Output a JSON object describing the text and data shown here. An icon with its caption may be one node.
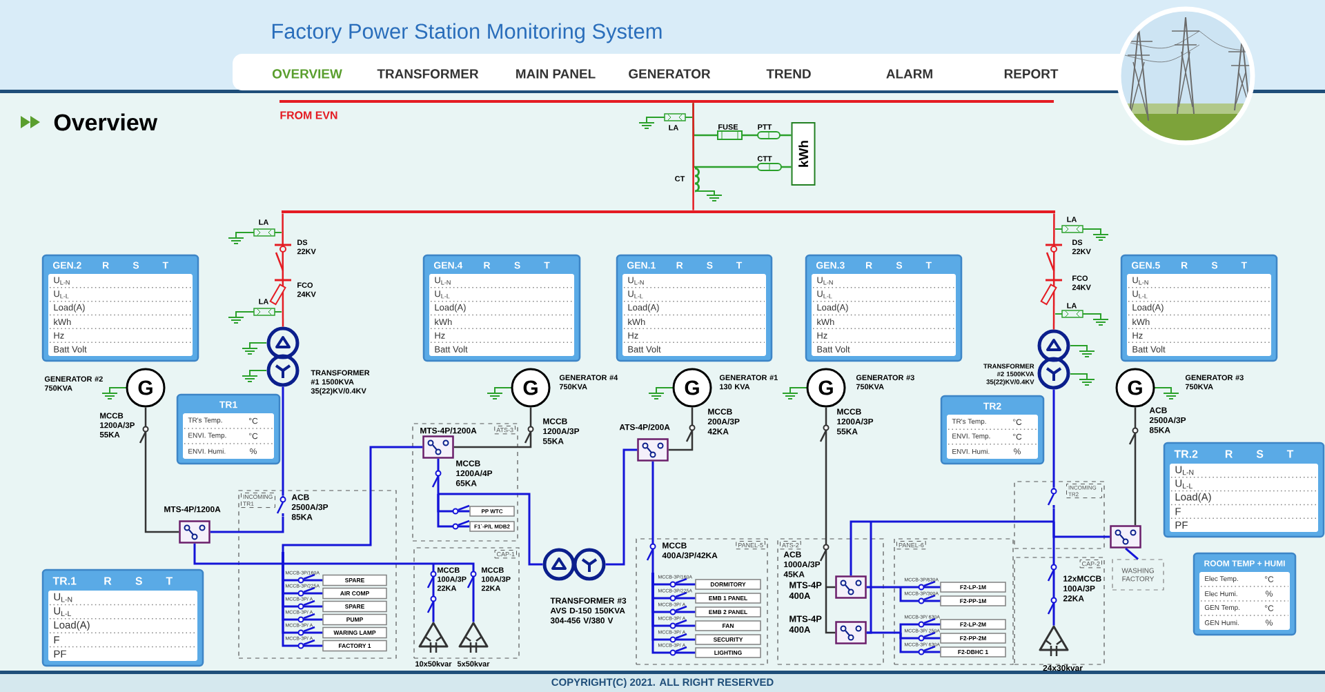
{
  "diagram": {
    "title": "Factory Power Station Monitoring System",
    "nodes": [
      {
        "text": [
          "kWh"
        ]
      },
      {
        "text": [
          "GEN.2",
          "R",
          "S",
          "T",
          "U$_{L-N}$",
          "U$_{L-L}$",
          "Load(A)",
          "kWh",
          "Hz",
          "Batt Volt"
        ]
      },
      {
        "text": [
          "GEN.4",
          "R",
          "S",
          "T",
          "U$_{L-N}$",
          "U$_{L-L}$",
          "Load(A)",
          "kWh",
          "Hz",
          "Batt Volt"
        ]
      },
      {
        "text": [
          "GEN.1",
          "R",
          "S",
          "T",
          "U$_{L-N}$",
          "U$_{L-L}$",
          "Load(A)",
          "kWh",
          "Hz",
          "Batt Volt"
        ]
      },
      {
        "text": [
          "GEN.3",
          "R",
          "S",
          "T",
          "U$_{L-N}$",
          "U$_{L-L}$",
          "Load(A)",
          "kWh",
          "Hz",
          "Batt Volt"
        ]
      },
      {
        "text": [
          "GEN.5",
          "R",
          "S",
          "T",
          "U$_{L-N}$",
          "U$_{L-L}$",
          "Load(A)",
          "kWh",
          "Hz",
          "Batt Volt"
        ]
      },
      {
        "text": [
          "TR.1",
          "R",
          "S",
          "T",
          "U$_{L-N}$",
          "U$_{L-L}$",
          "Load(A)",
          "F",
          "PF"
        ]
      },
      {
        "text": [
          "TR.2",
          "R",
          "S",
          "T",
          "U$_{L-N}$",
          "U$_{L-L}$",
          "Load(A)",
          "F",
          "PF"
        ]
      },
      {
        "text": [
          "TR1",
          "TR's Temp.",
          "°C",
          "ENVI. Temp.",
          "°C",
          "ENVI. Humi.",
          "%"
        ]
      },
      {
        "text": [
          "TR2",
          "TR's Temp.",
          "°C",
          "ENVI. Temp.",
          "°C",
          "ENVI. Humi.",
          "%"
        ]
      },
      {
        "text": [
          "ROOM TEMP + HUMI",
          "Elec Temp.",
          "°C",
          "Elec Humi.",
          "%",
          "GEN Temp.",
          "°C",
          "GEN Humi.",
          "%"
        ]
      },
      {
        "text": [],
        "shape": "circle",
        "beside": [
          "TRANSFORMER #1 1500KVA 35(22)KV/0.4KV"
        ]
      },
      {
        "text": [],
        "shape": "circle",
        "beside": [
          "TRANSFORMER #2 1500KVA 35(22)KV/0.4KV"
        ]
      },
      {
        "text": [],
        "shape": "circle",
        "beside": [
          "TRANSFORMER #3 AVS D-150 150KVA 304-456 V/380 V"
        ]
      },
      {
        "text": [
          "G"
        ],
        "beside": [
          "GENERATOR #2 750KVA"
        ]
      },
      {
        "text": [
          "G"
        ],
        "beside": [
          "GENERATOR #4 750KVA"
        ]
      },
      {
        "text": [
          "G"
        ],
        "beside": [
          "GENERATOR #1 130 KVA"
        ]
      },
      {
        "text": [
          "G"
        ],
        "beside": [
          "GENERATOR #3 750KVA"
        ]
      },
      {
        "text": [
          "G"
        ],
        "beside": [
          "GENERATOR #3 750KVA"
        ]
      },
      {
        "text": [],
        "shape": "box",
        "beside": [
          "MTS-4P/1200A"
        ]
      },
      {
        "text": [
          "INCOMING TR1"
        ]
      },
      {
        "text": [
          "SPARE"
        ],
        "in": 20
      },
      {
        "text": [
          "AIR COMP"
        ],
        "in": 20
      },
      {
        "text": [
          "SPARE"
        ],
        "in": 20
      },
      {
        "text": [
          "PUMP"
        ],
        "in": 20
      },
      {
        "text": [
          "WARING LAMP"
        ],
        "in": 20
      },
      {
        "text": [
          "FACTORY 1"
        ],
        "in": 20
      },
      {
        "text": [
          "ATS-3"
        ]
      },
      {
        "text": [],
        "shape": "box",
        "in": 27,
        "beside": [
          "MTS-4P/1200A"
        ]
      },
      {
        "text": [
          "PP WTC"
        ],
        "in": 27
      },
      {
        "text": [
          "F1`-P/L MDB2"
        ],
        "in": 27
      },
      {
        "text": [
          "CAP-1"
        ]
      },
      {
        "text": [],
        "shape": "picture",
        "in": 31,
        "beside": [
          "10x50kvar"
        ]
      },
      {
        "text": [],
        "shape": "picture",
        "in": 31,
        "beside": [
          "5x50kvar"
        ]
      },
      {
        "text": [],
        "shape": "box",
        "beside": [
          "ATS-4P/200A"
        ]
      },
      {
        "text": [
          "PANEL-5"
        ]
      },
      {
        "text": [
          "DORMITORY"
        ],
        "in": 35
      },
      {
        "text": [
          "EMB 1 PANEL"
        ],
        "in": 35
      },
      {
        "text": [
          "EMB 2 PANEL"
        ],
        "in": 35
      },
      {
        "text": [
          "FAN"
        ],
        "in": 35
      },
      {
        "text": [
          "SECURITY"
        ],
        "in": 35
      },
      {
        "text": [
          "LIGHTING"
        ],
        "in": 35
      },
      {
        "text": [
          "ATS-2"
        ]
      },
      {
        "text": [],
        "shape": "box",
        "in": 42,
        "beside": [
          "MTS-4P 400A"
        ]
      },
      {
        "text": [],
        "shape": "box",
        "in": 42,
        "beside": [
          "MTS-4P 400A"
        ]
      },
      {
        "text": [
          "PANEL-6"
        ]
      },
      {
        "text": [
          "F2-LP-1M"
        ],
        "in": 45
      },
      {
        "text": [
          "F2-PP-1M"
        ],
        "in": 45
      },
      {
        "text": [
          "F2-LP-2M"
        ],
        "in": 45
      },
      {
        "text": [
          "F2-PP-2M"
        ],
        "in": 45
      },
      {
        "text": [
          "F2-DBHC 1"
        ],
        "in": 45
      },
      {
        "text": [
          "INCOMING TR2"
        ]
      },
      {
        "text": [
          "CAP-2"
        ]
      },
      {
        "text": [],
        "shape": "picture",
        "in": 52,
        "beside": [
          "24x30kvar"
        ]
      },
      {
        "text": [],
        "shape": "box"
      },
      {
        "text": [
          "WASHING FACTORY"
        ]
      },
      {
        "text": [],
        "shape": "bar",
        "beside": [
          "FROM EVN"
        ]
      },
      {
        "text": [],
        "shape": "bar"
      },
      {
        "text": [],
        "shape": "switch",
        "in": 20
      },
      {
        "text": [],
        "shape": "switch",
        "in": 51
      }
    ],
    "edges": [
      {
        "from": 11,
        "to": 58,
        "arrow": "none"
      },
      {
        "from": 58,
        "to": 19,
        "arrow": "none"
      },
      {
        "from": 14,
        "to": 19,
        "arrow": "none",
        "color": "#333333"
      },
      {
        "from": 19,
        "to": 32,
        "arrow": "none"
      },
      {
        "from": 19,
        "to": 33,
        "arrow": "none"
      },
      {
        "from": 15,
        "to": 28,
        "arrow": "none",
        "color": "#333333"
      },
      {
        "from": 28,
        "to": 13,
        "arrow": "none"
      },
      {
        "from": 28,
        "to": 29,
        "arrow": "none"
      },
      {
        "from": 28,
        "to": 30,
        "arrow": "none"
      },
      {
        "from": 28,
        "to": 21,
        "arrow": "none"
      },
      {
        "from": 28,
        "to": 22,
        "arrow": "none"
      },
      {
        "from": 28,
        "to": 23,
        "arrow": "none"
      },
      {
        "from": 28,
        "to": 24,
        "arrow": "none"
      },
      {
        "from": 28,
        "to": 25,
        "arrow": "none"
      },
      {
        "from": 28,
        "to": 26,
        "arrow": "none"
      },
      {
        "from": 16,
        "to": 34,
        "arrow": "none",
        "color": "#333333"
      },
      {
        "from": 13,
        "to": 34,
        "arrow": "none"
      },
      {
        "from": 34,
        "to": 36,
        "arrow": "none"
      },
      {
        "from": 34,
        "to": 37,
        "arrow": "none"
      },
      {
        "from": 34,
        "to": 38,
        "arrow": "none"
      },
      {
        "from": 34,
        "to": 39,
        "arrow": "none"
      },
      {
        "from": 34,
        "to": 40,
        "arrow": "none"
      },
      {
        "from": 34,
        "to": 41,
        "arrow": "none"
      },
      {
        "from": 17,
        "to": 43,
        "arrow": "none",
        "color": "#333333"
      },
      {
        "from": 17,
        "to": 44,
        "arrow": "none",
        "color": "#333333"
      },
      {
        "from": 12,
        "to": 59,
        "arrow": "none"
      },
      {
        "from": 59,
        "to": 43,
        "arrow": "none"
      },
      {
        "from": 59,
        "to": 44,
        "arrow": "none"
      },
      {
        "from": 43,
        "to": 46,
        "arrow": "none"
      },
      {
        "from": 43,
        "to": 47,
        "arrow": "none"
      },
      {
        "from": 44,
        "to": 48,
        "arrow": "none"
      },
      {
        "from": 44,
        "to": 49,
        "arrow": "none"
      },
      {
        "from": 44,
        "to": 50,
        "arrow": "none"
      },
      {
        "from": 59,
        "to": 54,
        "arrow": "none"
      },
      {
        "from": 59,
        "to": 53,
        "arrow": "none"
      },
      {
        "from": 18,
        "to": 54,
        "arrow": "none",
        "color": "#333333"
      },
      {
        "from": 54,
        "to": 55,
        "arrow": "none"
      },
      {
        "from": 57,
        "to": 11,
        "arrow": "none",
        "color": "#e41c23"
      },
      {
        "from": 57,
        "to": 12,
        "arrow": "none",
        "color": "#e41c23"
      },
      {
        "from": 56,
        "to": 0,
        "arrow": "none",
        "color": "#2aa02a"
      },
      {
        "from": 56,
        "to": 0,
        "arrow": "none",
        "color": "#2aa02a"
      },
      {
        "from": 56,
        "to": 57,
        "arrow": "none",
        "color": "#e41c23"
      }
    ],
    "labels": [
      "OVERVIEW",
      "TRANSFORMER",
      "MAIN PANEL",
      "GENERATOR",
      "TREND",
      "ALARM",
      "REPORT",
      "Overview",
      "LA",
      "FUSE",
      "PTT",
      "CTT",
      "CT",
      "LA",
      "DS 22KV",
      "FCO 24KV",
      "LA",
      "LA",
      "DS 22KV",
      "FCO 24KV",
      "LA",
      "MCCB 1200A/3P 55KA",
      "ACB 2500A/3P 85KA",
      "MCCB-3P/160A",
      "MCCB-3P/225A",
      "MCCB-3P/ A",
      "MCCB-3P/ A",
      "MCCB-3P/ A",
      "MCCB-3P/ A",
      "MCCB 1200A/3P 55KA",
      "MCCB 1200A/4P 65KA",
      "MCCB 100A/3P 22KA",
      "MCCB 100A/3P 22KA",
      "MCCB 200A/3P 42KA",
      "MCCB 400A/3P/42KA",
      "MCCB-3P/160A",
      "MCCB-3P/225A",
      "MCCB-3P/ A",
      "MCCB-3P/ A",
      "MCCB-3P/ A",
      "MCCB-3P/ A",
      "MCCB 1200A/3P 55KA",
      "ACB 1000A/3P 45KA",
      "MCCB-3P/630A",
      "MCCB-3P/300A",
      "MCCB-3P/ 630A",
      "MCCB-3P/ 250A",
      "MCCB-3P/ 630A",
      "12xMCCB 100A/3P 22KA",
      "ACB 2500A/3P 85KA",
      "COPYRIGHT(C) 2021. ALL RIGHT RESERVED"
    ]
  }
}
